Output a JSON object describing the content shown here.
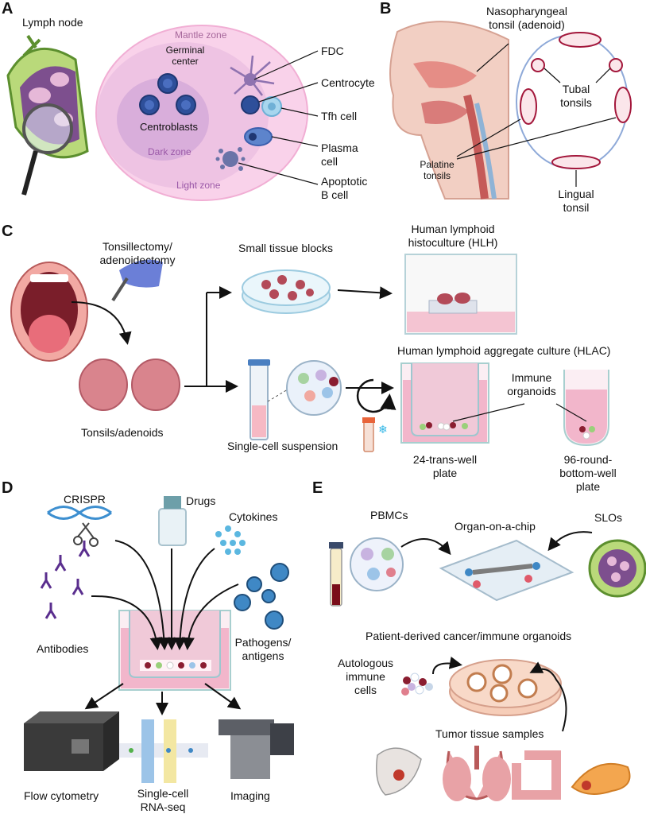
{
  "panels": {
    "a": {
      "letter": "A",
      "lymph_node": "Lymph node",
      "mantle_zone": "Mantle zone",
      "germinal_center": [
        "Germinal",
        "center"
      ],
      "centroblasts": "Centroblasts",
      "dark_zone": "Dark zone",
      "light_zone": "Light zone",
      "fdc": "FDC",
      "centrocyte": "Centrocyte",
      "tfh_cell": "Tfh cell",
      "plasma_cell": [
        "Plasma",
        "cell"
      ],
      "apoptotic_b_cell": [
        "Apoptotic",
        "B cell"
      ]
    },
    "b": {
      "letter": "B",
      "nasopharyngeal": [
        "Nasopharyngeal",
        "tonsil (adenoid)"
      ],
      "tubal": [
        "Tubal",
        "tonsils"
      ],
      "palatine": [
        "Palatine",
        "tonsils"
      ],
      "lingual": [
        "Lingual",
        "tonsil"
      ]
    },
    "c": {
      "letter": "C",
      "tonsillectomy": [
        "Tonsillectomy/",
        "adenoidectomy"
      ],
      "tonsils_adenoids": "Tonsils/adenoids",
      "small_tissue_blocks": "Small tissue blocks",
      "hlh": [
        "Human lymphoid",
        "histoculture (HLH)"
      ],
      "hlac": "Human lymphoid aggregate culture (HLAC)",
      "single_cell_suspension": "Single-cell suspension",
      "immune_organoids": [
        "Immune",
        "organoids"
      ],
      "trans_well": [
        "24-trans-well",
        "plate"
      ],
      "round_bottom": [
        "96-round-",
        "bottom-well",
        "plate"
      ]
    },
    "d": {
      "letter": "D",
      "crispr": "CRISPR",
      "drugs": "Drugs",
      "cytokines": "Cytokines",
      "antibodies": "Antibodies",
      "pathogens": [
        "Pathogens/",
        "antigens"
      ],
      "flow_cytometry": "Flow cytometry",
      "scrnaseq": [
        "Single-cell",
        "RNA-seq"
      ],
      "imaging": "Imaging"
    },
    "e": {
      "letter": "E",
      "pbmcs": "PBMCs",
      "organ_on_chip": "Organ-on-a-chip",
      "slos": "SLOs",
      "patient_derived": "Patient-derived cancer/immune organoids",
      "autologous": [
        "Autologous",
        "immune",
        "cells"
      ],
      "tumor_tissue": "Tumor tissue samples"
    }
  },
  "colors": {
    "mantle": "#f9d2ea",
    "germinal": "#e9b8de",
    "dark_zone": "#d19fd3",
    "b_cell": "#3b5fae",
    "tfh": "#a8d6ee",
    "pink_medium": "#efb8c8",
    "tonsil_ring": "#8ea9d8",
    "tonsil_outline": "#a3173b",
    "arrow": "#111111"
  }
}
